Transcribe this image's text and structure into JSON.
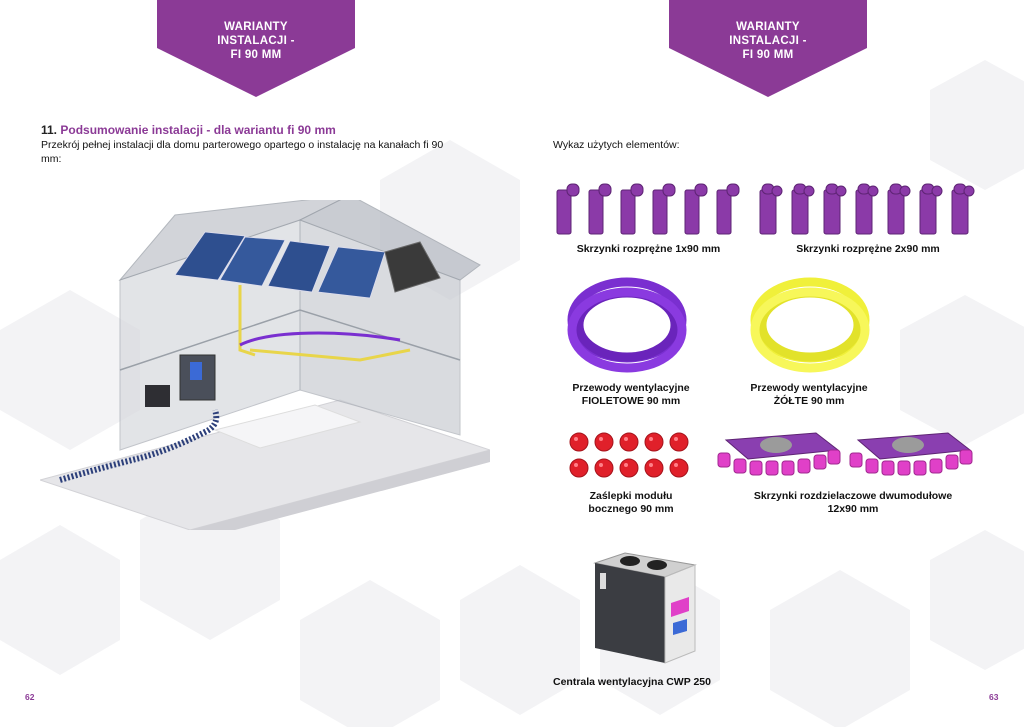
{
  "colors": {
    "accent": "#8b3a96",
    "purple_tube": "#7a2fd0",
    "yellow_tube": "#f0f03a",
    "red_cap": "#e0202a",
    "pink": "#e040c8"
  },
  "banner_left": {
    "line1": "WARIANTY",
    "line2": "INSTALACJI -",
    "line3": "FI 90 MM"
  },
  "banner_right": {
    "line1": "WARIANTY",
    "line2": "INSTALACJI -",
    "line3": "FI 90 MM"
  },
  "section": {
    "number": "11.",
    "title": "Podsumowanie instalacji - dla wariantu fi 90 mm",
    "intro": "Przekrój pełnej instalacji dla domu parterowego opartego o instalację na kanałach fi 90 mm:"
  },
  "list_heading": "Wykaz użytych elementów:",
  "items": {
    "box_1x90": "Skrzynki rozprężne 1x90 mm",
    "box_2x90": "Skrzynki rozprężne 2x90 mm",
    "ducts_violet_line1": "Przewody wentylacyjne",
    "ducts_violet_line2": "FIOLETOWE 90 mm",
    "ducts_yellow_line1": "Przewody wentylacyjne",
    "ducts_yellow_line2": "ŻÓŁTE 90 mm",
    "caps_line1": "Zaślepki modułu",
    "caps_line2": "bocznego 90 mm",
    "distributor_line1": "Skrzynki rozdzielaczowe dwumodułowe",
    "distributor_line2": "12x90 mm",
    "unit": "Centrala wentylacyjna CWP 250"
  },
  "page_left": "62",
  "page_right": "63"
}
